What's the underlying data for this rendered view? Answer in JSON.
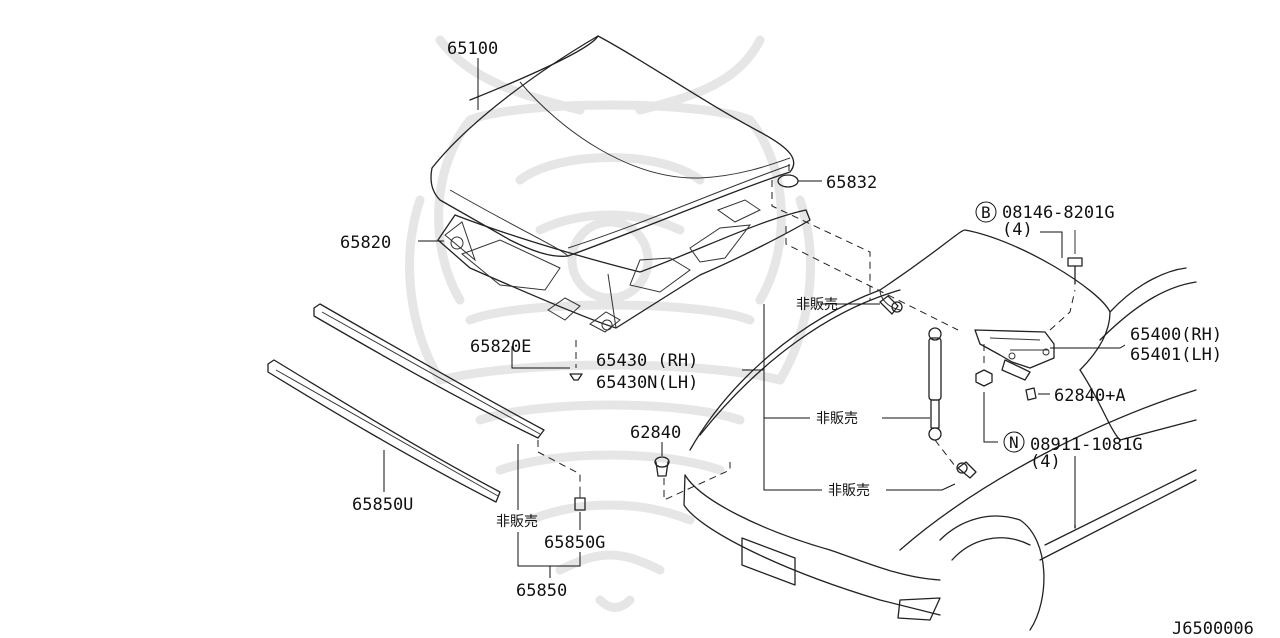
{
  "diagram_code": "J6500006",
  "labels": {
    "hood": "65100",
    "hood_seal": "65832",
    "hood_insulator": "65820",
    "clip": "65820E",
    "hinge_bolt": "08146-8201G",
    "hinge_bolt_marker": "B",
    "hinge_bolt_qty": "(4)",
    "hood_hinge_rh": "65400(RH)",
    "hood_hinge_lh": "65401(LH)",
    "bumper_rubber_a": "62840+A",
    "hinge_nut": "08911-1081G",
    "hinge_nut_marker": "N",
    "hinge_nut_qty": "(4)",
    "stay_rh": "65430 (RH)",
    "stay_lh": "65430N(LH)",
    "not_sold_1": "非販売",
    "not_sold_2": "非販売",
    "not_sold_3": "非販売",
    "not_sold_4": "非販売",
    "bumper_rubber": "62840",
    "seal_upper": "65850U",
    "seal_grommet": "65850G",
    "seal_assembly": "65850"
  }
}
